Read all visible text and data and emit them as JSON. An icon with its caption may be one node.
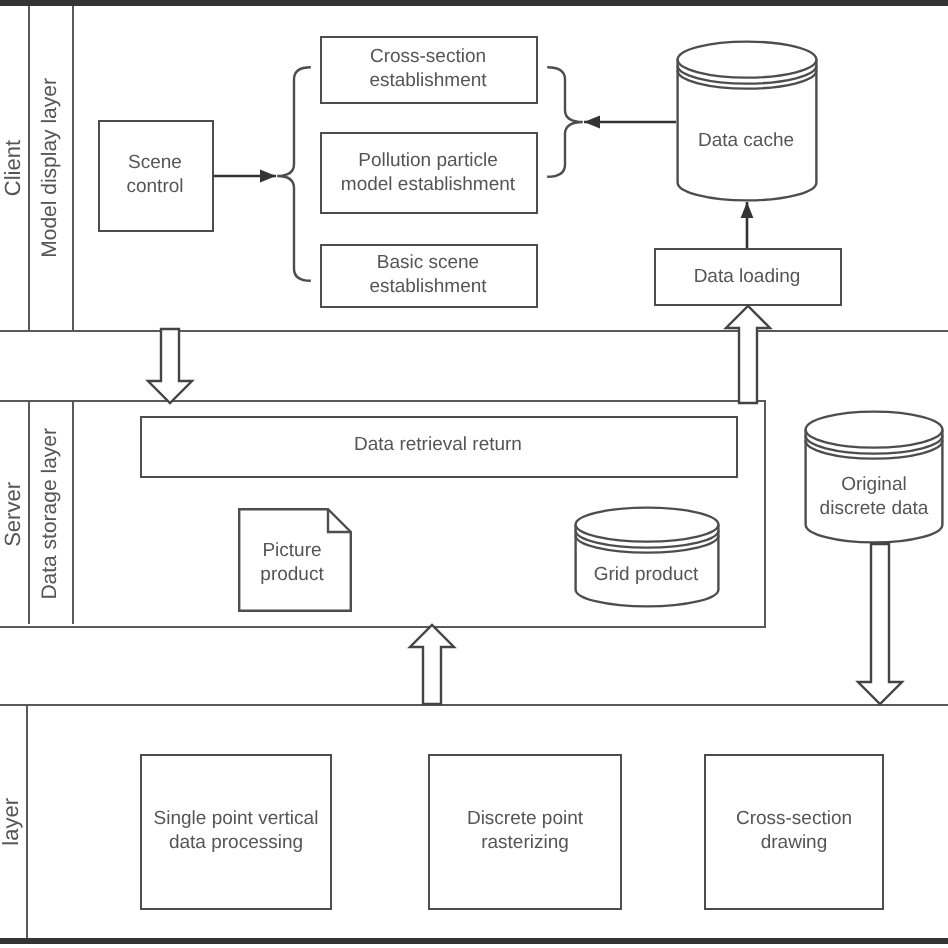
{
  "diagram": {
    "nodes": [
      {
        "text": [
          "Client"
        ]
      },
      {
        "text": [
          "Model display layer"
        ],
        "in": 0
      },
      {
        "text": [
          "Scene control"
        ],
        "in": 1
      },
      {
        "text": [],
        "shape": "brace",
        "in": 1
      },
      {
        "text": [
          "Cross-section establishment"
        ],
        "in": 1
      },
      {
        "text": [
          "Pollution particle model establishment"
        ],
        "in": 1
      },
      {
        "text": [
          "Basic scene establishment"
        ],
        "in": 1
      },
      {
        "text": [],
        "shape": "brace",
        "in": 1
      },
      {
        "text": [
          "Data cache"
        ],
        "in": 1
      },
      {
        "text": [
          "Data loading"
        ],
        "in": 1
      },
      {
        "text": [
          "Server"
        ]
      },
      {
        "text": [
          "Data storage layer"
        ],
        "in": 10
      },
      {
        "text": [
          "Data retrieval return"
        ],
        "in": 11
      },
      {
        "text": [
          "Picture product"
        ],
        "in": 11
      },
      {
        "text": [
          "Grid product"
        ],
        "in": 11
      },
      {
        "text": [
          "Original discrete data"
        ]
      },
      {
        "text": [
          "layer"
        ]
      },
      {
        "text": [
          "Single point vertical data processing"
        ],
        "in": 16
      },
      {
        "text": [
          "Discrete point rasterizing"
        ],
        "in": 16
      },
      {
        "text": [
          "Cross-section drawing"
        ],
        "in": 16
      }
    ],
    "edges": [
      {
        "from": 2,
        "to": 3,
        "arrow": "to"
      },
      {
        "from": 8,
        "to": 7,
        "arrow": "to"
      },
      {
        "from": 9,
        "to": 8,
        "arrow": "to"
      },
      {
        "from": 1,
        "to": 11,
        "arrow": "to",
        "style": "thick"
      },
      {
        "from": 11,
        "to": 9,
        "arrow": "to",
        "style": "thick"
      },
      {
        "from": 15,
        "to": 16,
        "arrow": "to",
        "style": "thick"
      },
      {
        "from": 16,
        "to": 11,
        "arrow": "to",
        "style": "thick"
      }
    ]
  }
}
